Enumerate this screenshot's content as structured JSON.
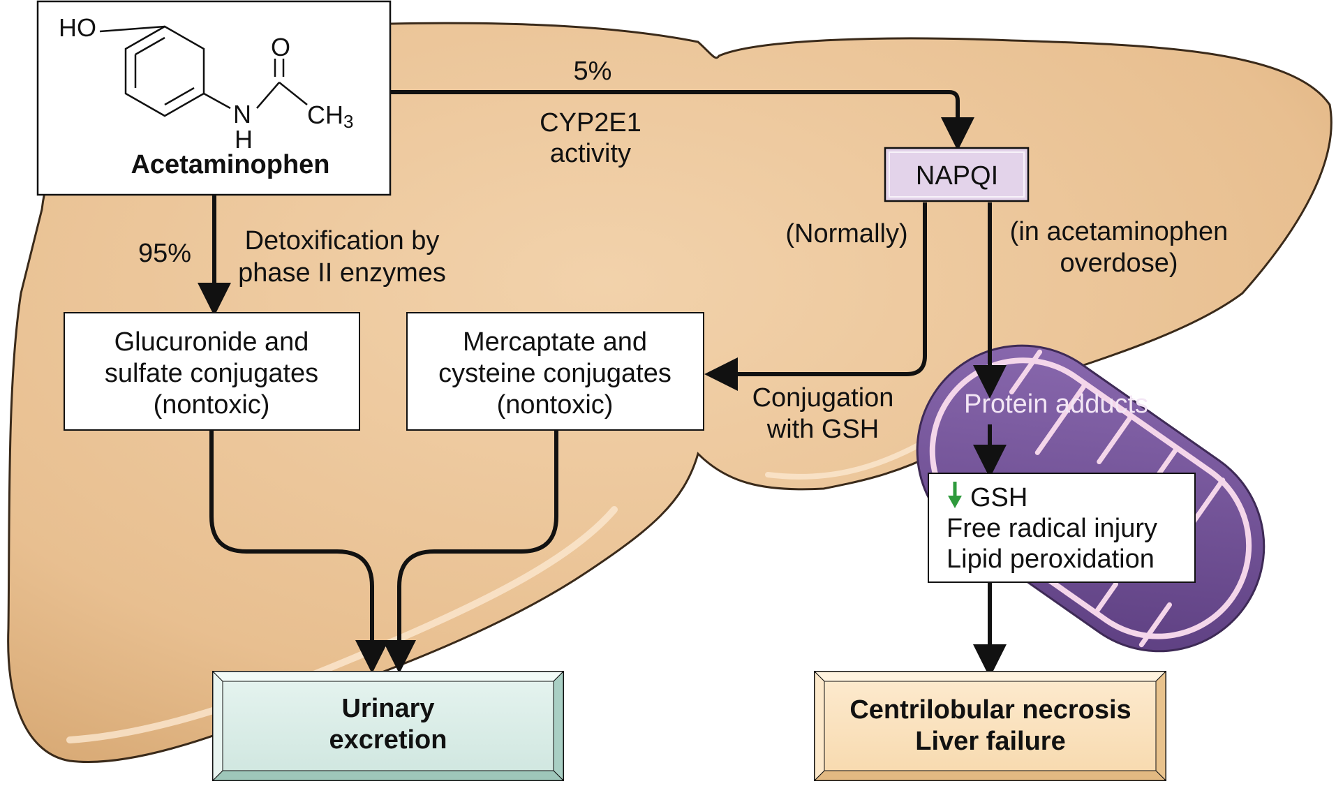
{
  "acetaminophen": {
    "name": "Acetaminophen",
    "atom_ho": "HO",
    "atom_o": "O",
    "atom_n": "N",
    "atom_h": "H",
    "atom_ch3": "CH",
    "atom_ch3_sub": "3"
  },
  "minor_path": {
    "percent": "5%",
    "label_line1": "CYP2E1",
    "label_line2": "activity"
  },
  "major_path": {
    "percent": "95%",
    "label_line1": "Detoxification by",
    "label_line2": "phase II enzymes"
  },
  "napqi": {
    "label": "NAPQI"
  },
  "normal_branch": {
    "label": "(Normally)"
  },
  "overdose_branch": {
    "line1": "(in acetaminophen",
    "line2": "overdose)"
  },
  "conjugation": {
    "line1": "Conjugation",
    "line2": "with GSH"
  },
  "glucuronide_box": {
    "line1": "Glucuronide and",
    "line2": "sulfate conjugates",
    "line3": "(nontoxic)"
  },
  "mercaptate_box": {
    "line1": "Mercaptate and",
    "line2": "cysteine conjugates",
    "line3": "(nontoxic)"
  },
  "protein_adducts": {
    "label": "Protein adducts"
  },
  "injury_box": {
    "line1": "GSH",
    "line2": "Free radical injury",
    "line3": "Lipid peroxidation"
  },
  "urinary_box": {
    "line1": "Urinary",
    "line2": "excretion"
  },
  "outcome_box": {
    "line1": "Centrilobular necrosis",
    "line2": "Liver failure"
  },
  "colors": {
    "liver_fill": "#e8bf90",
    "liver_stroke": "#3a2a1a",
    "napqi_fill": "#e3d3ea",
    "mito_outer": "#6f4f94",
    "mito_inner": "#8c6ab0",
    "urinary_fill": "#dbeee9",
    "outcome_fill": "#fbe3bf",
    "down_arrow": "#2e9a3c"
  }
}
